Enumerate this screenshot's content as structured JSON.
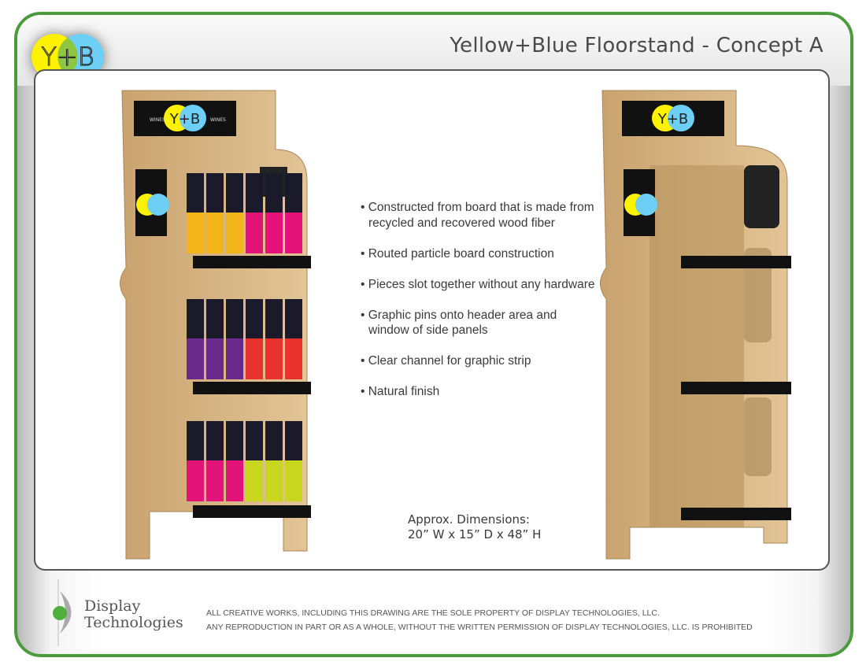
{
  "header": {
    "title": "Yellow+Blue Floorstand - Concept A",
    "logo_text": "Y+B"
  },
  "stand_graphics": {
    "header_logo": "Y+B",
    "header_side_text": "WINES"
  },
  "features": [
    "• Constructed from board that is made from recycled and recovered wood fiber",
    "• Routed particle board construction",
    "• Pieces slot together without any hardware",
    "• Graphic pins onto header area and window of side panels",
    "• Clear channel for graphic strip",
    "• Natural finish"
  ],
  "dimensions": {
    "label": "Approx. Dimensions:",
    "value": "20” W x 15” D x 48” H"
  },
  "footer": {
    "brand_line1": "Display",
    "brand_line2": "Technologies",
    "legal_line1": "ALL CREATIVE WORKS, INCLUDING THIS DRAWING ARE THE SOLE PROPERTY OF DISPLAY TECHNOLOGIES, LLC.",
    "legal_line2": "ANY REPRODUCTION IN PART OR AS A WHOLE, WITHOUT THE WRITTEN PERMISSION OF DISPLAY TECHNOLOGIES, LLC. IS PROHIBITED"
  },
  "colors": {
    "frame_green": "#4b9b3c",
    "logo_yellow": "#fff200",
    "logo_blue": "#6dcff6",
    "logo_overlap": "#8dc63f",
    "wood": "#d8b888"
  }
}
